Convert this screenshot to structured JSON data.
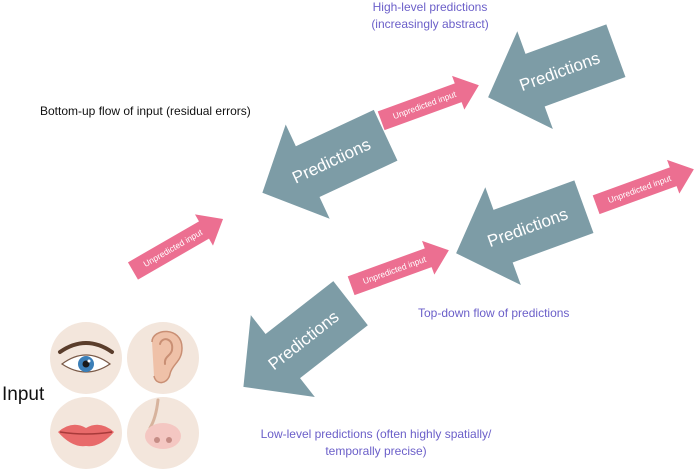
{
  "labels": {
    "high_level": "High-level predictions\n(increasingly abstract)",
    "bottom_up": "Bottom-up flow of input (residual errors)",
    "top_down": "Top-down flow of predictions",
    "low_level": "Low-level predictions (often highly spatially/\ntemporally precise)",
    "input": "Input"
  },
  "prediction_label": "Predictions",
  "unpredicted_label": "Unpredicted input",
  "senses": [
    "eye-icon",
    "ear-icon",
    "mouth-icon",
    "nose-icon"
  ],
  "colors": {
    "prediction_arrow": "#7d9ca6",
    "unpredicted_arrow": "#ec6f91",
    "annotation_text": "#6b5fc9",
    "sense_circle": "#f3e6dc"
  }
}
